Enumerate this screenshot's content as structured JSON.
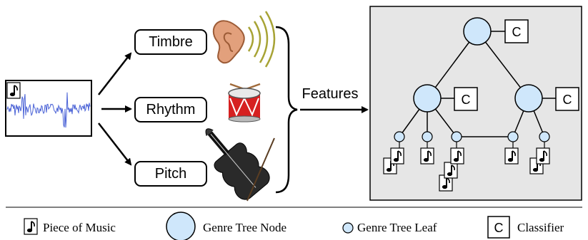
{
  "features": {
    "timbre_label": "Timbre",
    "rhythm_label": "Rhythm",
    "pitch_label": "Pitch",
    "group_label": "Features"
  },
  "tree": {
    "classifier_label": "C"
  },
  "legend": {
    "piece_label": "Piece of Music",
    "node_label": "Genre Tree Node",
    "leaf_label": "Genre Tree Leaf",
    "classifier_symbol": "C",
    "classifier_label": "Classifier"
  },
  "colors": {
    "node_fill": "#cfe7fb",
    "waveform": "#4a62d6",
    "panel_bg": "#e6e6e6",
    "drum_red": "#d62020"
  }
}
